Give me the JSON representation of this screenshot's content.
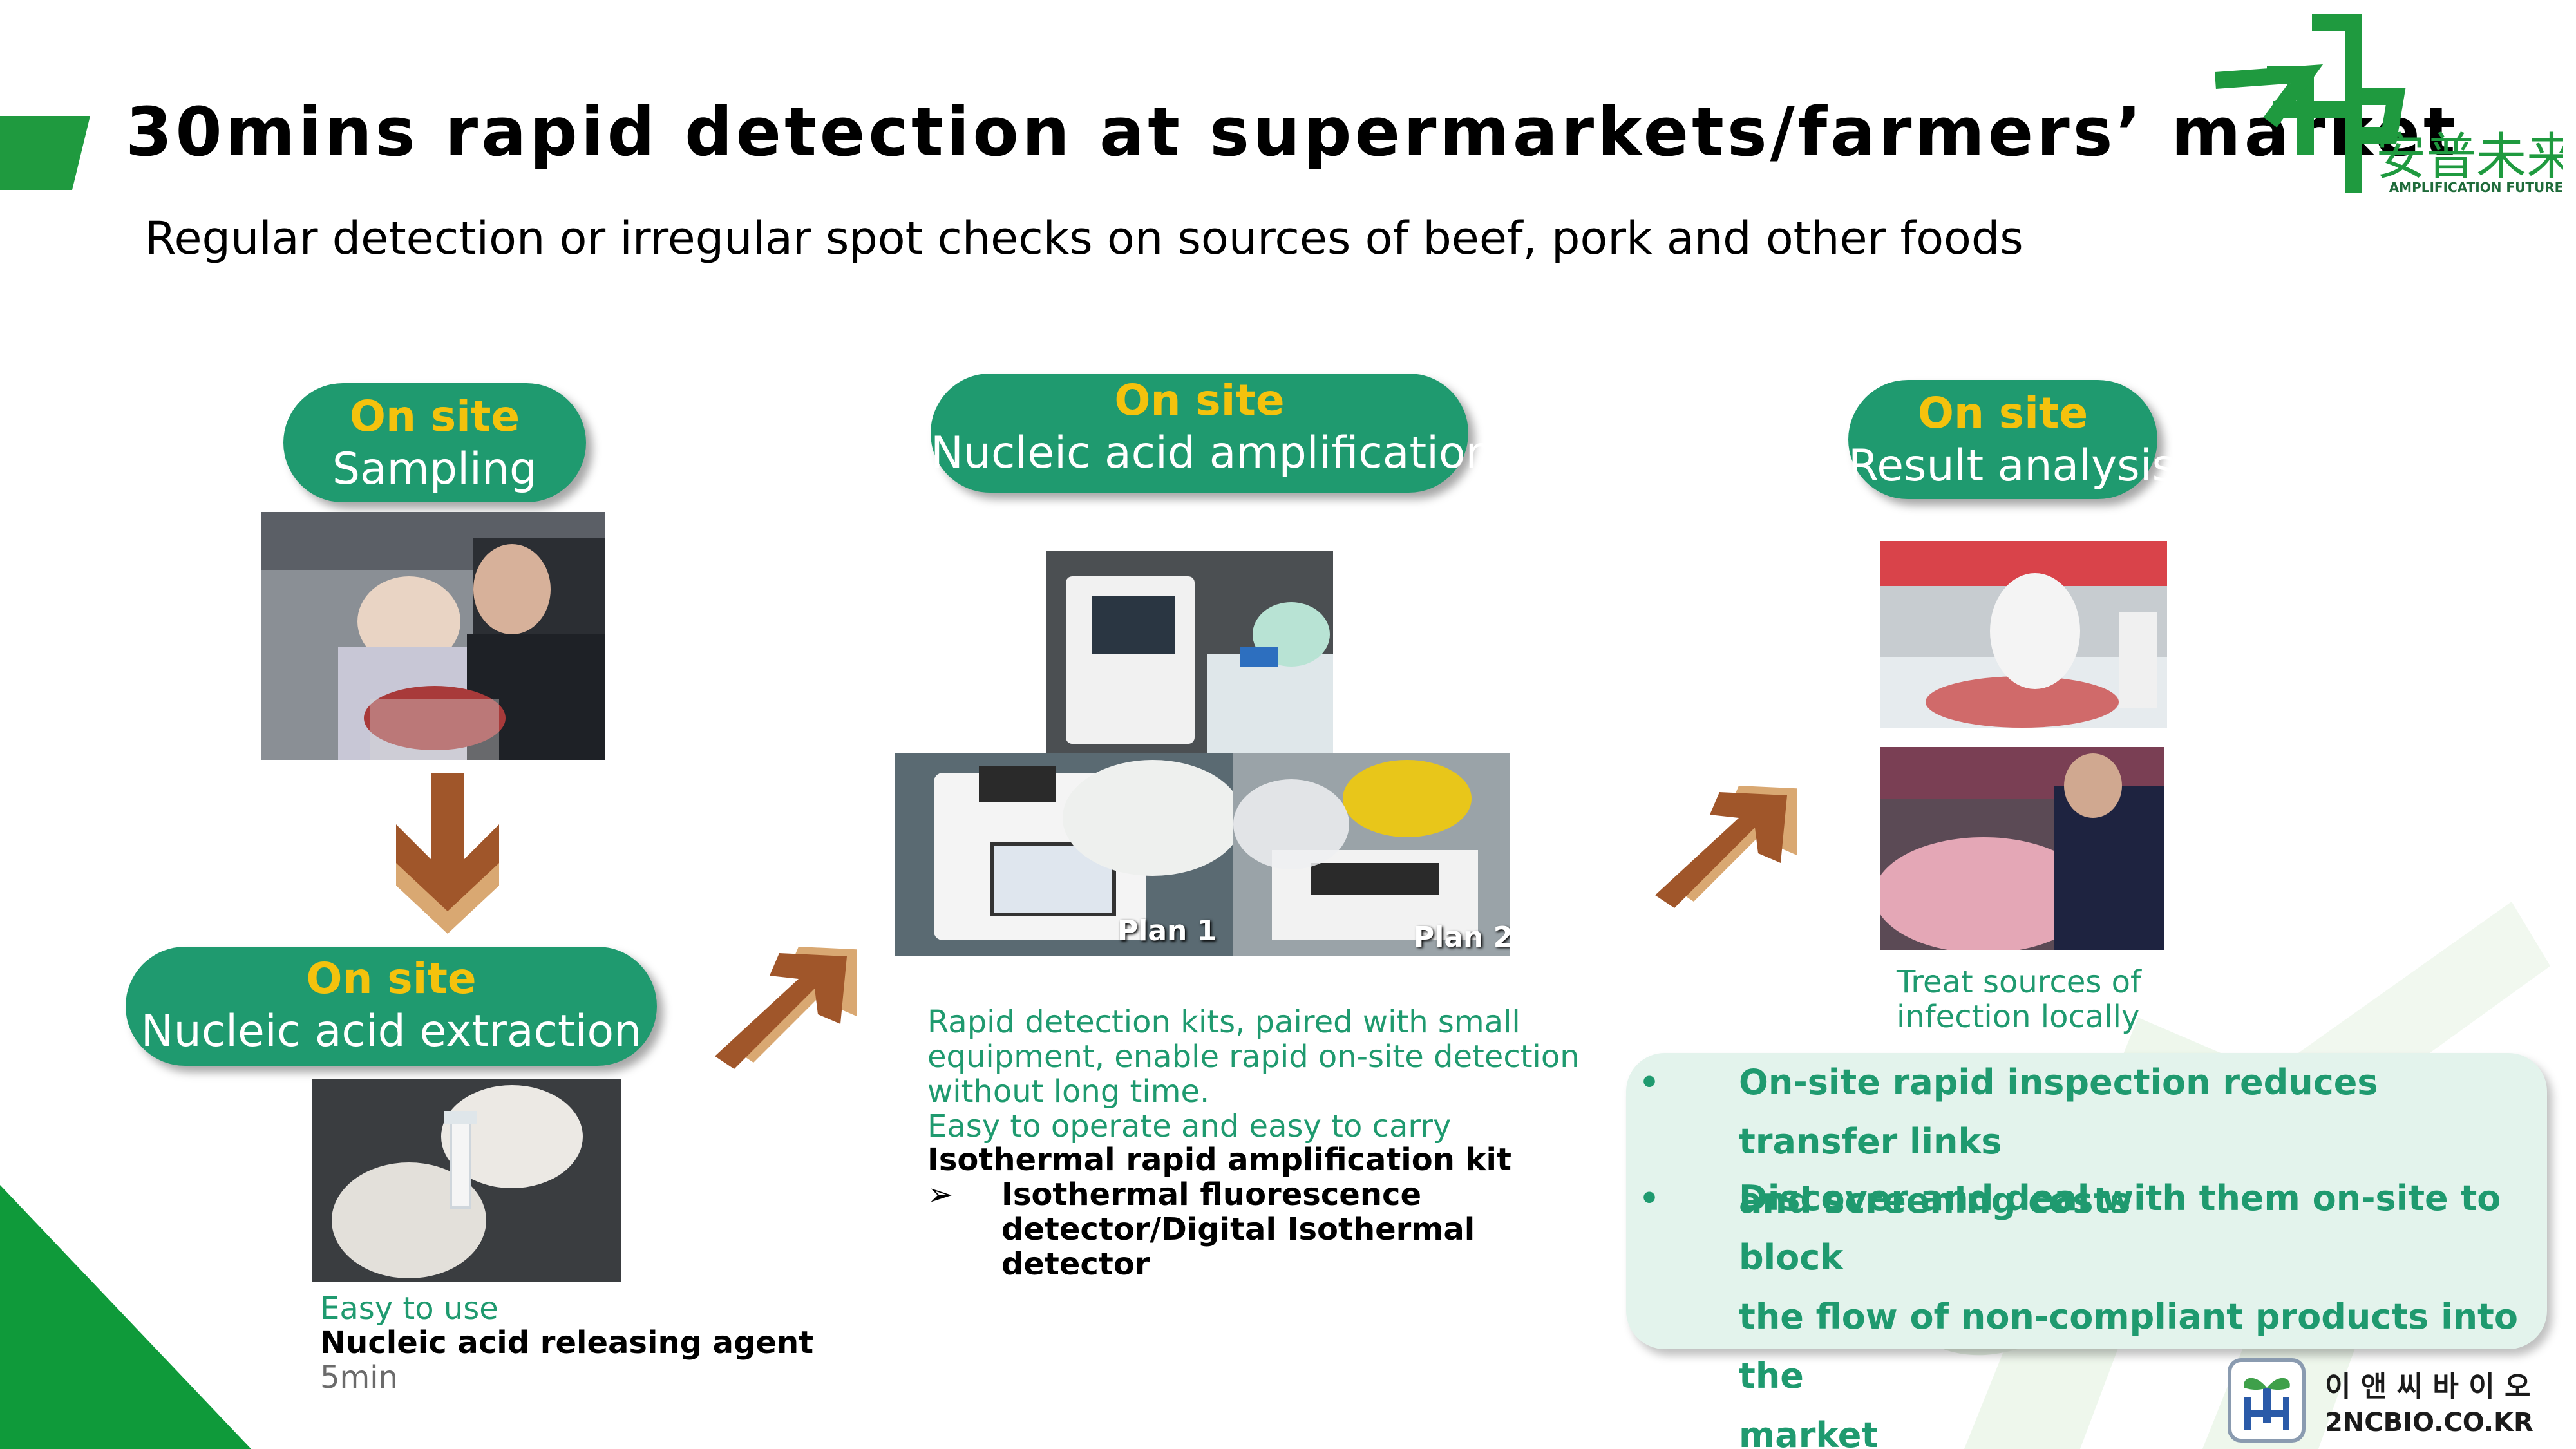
{
  "colors": {
    "teal": "#1f9a6f",
    "yellow": "#f4c20d",
    "green": "#1f9a3f",
    "arrow_brown": "#a0562a",
    "arrow_tan": "#d9a872",
    "info_bg": "#e3f3ec"
  },
  "title": "30mins rapid detection at supermarkets/farmers’ market",
  "subtitle": "Regular detection or irregular spot checks on sources of beef, pork and other foods",
  "steps": {
    "sampling": {
      "top": "On site",
      "bottom": "Sampling"
    },
    "extraction": {
      "top": "On site",
      "bottom": "Nucleic acid extraction"
    },
    "amplification": {
      "top": "On site",
      "bottom": "Nucleic acid amplification"
    },
    "analysis": {
      "top": "On site",
      "bottom": "Result analysis"
    }
  },
  "extraction_text": {
    "line1": "Easy to use",
    "line2": "Nucleic acid releasing agent",
    "line3": "5min"
  },
  "amplification_photos": {
    "plan1": "Plan 1",
    "plan2": "Plan 2"
  },
  "amplification_text": {
    "line1": "Rapid detection kits, paired with small",
    "line2": "equipment, enable rapid on-site detection",
    "line3": "without long time.",
    "line4": "Easy to operate and easy to carry",
    "line5": "Isothermal rapid amplification kit",
    "bullet_marker": "➢",
    "bullet_line1": "Isothermal fluorescence",
    "bullet_line2": "detector/Digital Isothermal",
    "bullet_line3": "detector"
  },
  "analysis_caption": {
    "line1": "Treat sources of",
    "line2": "infection locally"
  },
  "info_box": {
    "bullet": "•",
    "item1_line1": "On-site rapid inspection reduces transfer links",
    "item1_line2": "and screening costs",
    "item2_line1": "Discover and deal with them on-site to block",
    "item2_line2": "the flow of non-compliant products into the",
    "item2_line3": "market"
  },
  "logo_top": {
    "cn_text": "安普未来",
    "en_text": "AMPLIFICATION FUTURE"
  },
  "logo_bottom": {
    "kr_text": "이 앤 씨 바 이 오",
    "url_text": "2NCBIO.CO.KR"
  }
}
